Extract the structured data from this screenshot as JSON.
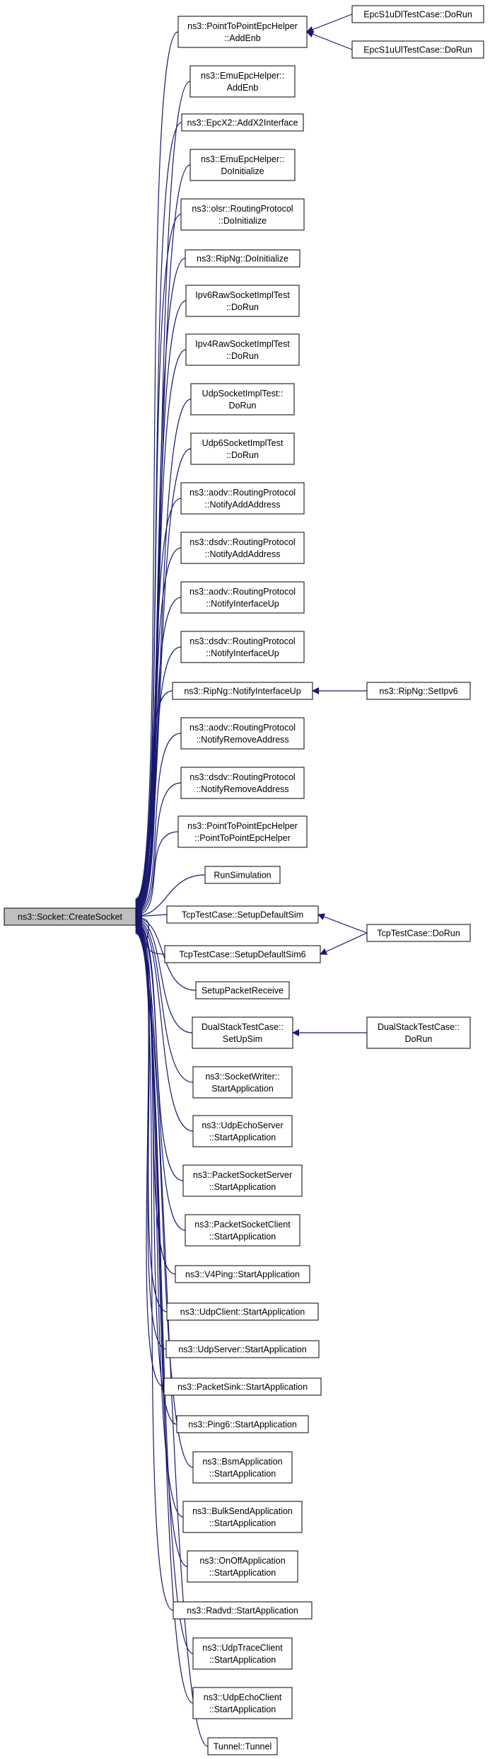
{
  "graph": {
    "root": {
      "id": "createsocket",
      "lines": [
        "ns3::Socket::CreateSocket"
      ],
      "interactable": true
    },
    "callers": [
      {
        "id": "p2p-addenb",
        "lines": [
          "ns3::PointToPointEpcHelper",
          "::AddEnb"
        ]
      },
      {
        "id": "emu-addenb",
        "lines": [
          "ns3::EmuEpcHelper::",
          "AddEnb"
        ]
      },
      {
        "id": "epcx2-addx2",
        "lines": [
          "ns3::EpcX2::AddX2Interface"
        ]
      },
      {
        "id": "emu-doinit",
        "lines": [
          "ns3::EmuEpcHelper::",
          "DoInitialize"
        ]
      },
      {
        "id": "olsr-doinit",
        "lines": [
          "ns3::olsr::RoutingProtocol",
          "::DoInitialize"
        ]
      },
      {
        "id": "ripng-doinit",
        "lines": [
          "ns3::RipNg::DoInitialize"
        ]
      },
      {
        "id": "ipv6raw-dorun",
        "lines": [
          "Ipv6RawSocketImplTest",
          "::DoRun"
        ]
      },
      {
        "id": "ipv4raw-dorun",
        "lines": [
          "Ipv4RawSocketImplTest",
          "::DoRun"
        ]
      },
      {
        "id": "udpsock-dorun",
        "lines": [
          "UdpSocketImplTest::",
          "DoRun"
        ]
      },
      {
        "id": "udp6sock-dorun",
        "lines": [
          "Udp6SocketImplTest",
          "::DoRun"
        ]
      },
      {
        "id": "aodv-notifyadd",
        "lines": [
          "ns3::aodv::RoutingProtocol",
          "::NotifyAddAddress"
        ]
      },
      {
        "id": "dsdv-notifyadd",
        "lines": [
          "ns3::dsdv::RoutingProtocol",
          "::NotifyAddAddress"
        ]
      },
      {
        "id": "aodv-notifyup",
        "lines": [
          "ns3::aodv::RoutingProtocol",
          "::NotifyInterfaceUp"
        ]
      },
      {
        "id": "dsdv-notifyup",
        "lines": [
          "ns3::dsdv::RoutingProtocol",
          "::NotifyInterfaceUp"
        ]
      },
      {
        "id": "ripng-notifyup",
        "lines": [
          "ns3::RipNg::NotifyInterfaceUp"
        ]
      },
      {
        "id": "aodv-notifyrm",
        "lines": [
          "ns3::aodv::RoutingProtocol",
          "::NotifyRemoveAddress"
        ]
      },
      {
        "id": "dsdv-notifyrm",
        "lines": [
          "ns3::dsdv::RoutingProtocol",
          "::NotifyRemoveAddress"
        ]
      },
      {
        "id": "p2p-ctor",
        "lines": [
          "ns3::PointToPointEpcHelper",
          "::PointToPointEpcHelper"
        ]
      },
      {
        "id": "runsim",
        "lines": [
          "RunSimulation"
        ]
      },
      {
        "id": "tcp-setupsim",
        "lines": [
          "TcpTestCase::SetupDefaultSim"
        ]
      },
      {
        "id": "tcp-setupsim6",
        "lines": [
          "TcpTestCase::SetupDefaultSim6"
        ]
      },
      {
        "id": "setuppacketrecv",
        "lines": [
          "SetupPacketReceive"
        ]
      },
      {
        "id": "dualstack-setup",
        "lines": [
          "DualStackTestCase::",
          "SetUpSim"
        ]
      },
      {
        "id": "sockwriter-start",
        "lines": [
          "ns3::SocketWriter::",
          "StartApplication"
        ]
      },
      {
        "id": "udpechoserver-start",
        "lines": [
          "ns3::UdpEchoServer",
          "::StartApplication"
        ]
      },
      {
        "id": "pktsockserver-start",
        "lines": [
          "ns3::PacketSocketServer",
          "::StartApplication"
        ]
      },
      {
        "id": "pktsockclient-start",
        "lines": [
          "ns3::PacketSocketClient",
          "::StartApplication"
        ]
      },
      {
        "id": "v4ping-start",
        "lines": [
          "ns3::V4Ping::StartApplication"
        ]
      },
      {
        "id": "udpclient-start",
        "lines": [
          "ns3::UdpClient::StartApplication"
        ]
      },
      {
        "id": "udpserver-start",
        "lines": [
          "ns3::UdpServer::StartApplication"
        ]
      },
      {
        "id": "packetsink-start",
        "lines": [
          "ns3::PacketSink::StartApplication"
        ]
      },
      {
        "id": "ping6-start",
        "lines": [
          "ns3::Ping6::StartApplication"
        ]
      },
      {
        "id": "bsm-start",
        "lines": [
          "ns3::BsmApplication",
          "::StartApplication"
        ]
      },
      {
        "id": "bulksend-start",
        "lines": [
          "ns3::BulkSendApplication",
          "::StartApplication"
        ]
      },
      {
        "id": "onoff-start",
        "lines": [
          "ns3::OnOffApplication",
          "::StartApplication"
        ]
      },
      {
        "id": "radvd-start",
        "lines": [
          "ns3::Radvd::StartApplication"
        ]
      },
      {
        "id": "udptrace-start",
        "lines": [
          "ns3::UdpTraceClient",
          "::StartApplication"
        ]
      },
      {
        "id": "udpechoclient-start",
        "lines": [
          "ns3::UdpEchoClient",
          "::StartApplication"
        ]
      },
      {
        "id": "tunnel",
        "lines": [
          "Tunnel::Tunnel"
        ]
      }
    ],
    "outer": [
      {
        "id": "epcs1u-dl",
        "lines": [
          "EpcS1uDlTestCase::DoRun"
        ],
        "target": "p2p-addenb"
      },
      {
        "id": "epcs1u-ul",
        "lines": [
          "EpcS1uUlTestCase::DoRun"
        ],
        "target": "p2p-addenb"
      },
      {
        "id": "ripng-setipv6",
        "lines": [
          "ns3::RipNg::SetIpv6"
        ],
        "target": "ripng-notifyup"
      },
      {
        "id": "tcp-dorun",
        "lines": [
          "TcpTestCase::DoRun"
        ],
        "target": [
          "tcp-setupsim",
          "tcp-setupsim6"
        ]
      },
      {
        "id": "dualstack-dorun",
        "lines": [
          "DualStackTestCase::",
          "DoRun"
        ],
        "target": "dualstack-setup"
      }
    ],
    "colors": {
      "edge": "#191970",
      "root_fill": "#bfbfbf",
      "node_fill": "#ffffff",
      "border": "#000000"
    }
  }
}
